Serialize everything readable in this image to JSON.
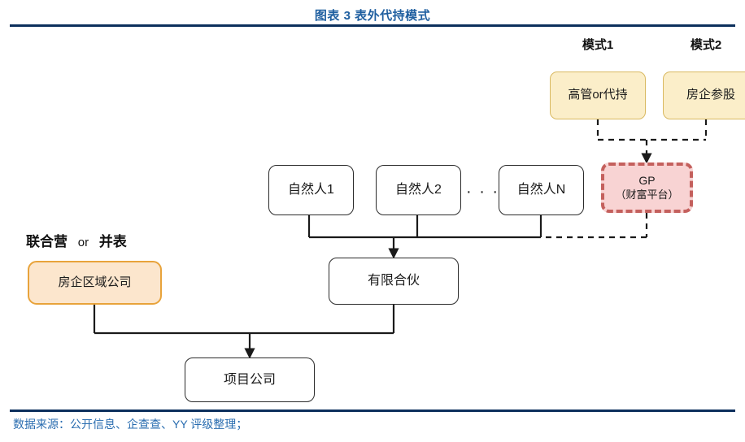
{
  "figure": {
    "title": "图表 3 表外代持模式",
    "source": "数据来源：公开信息、企查查、YY 评级整理；",
    "title_color": "#1f5fa0",
    "rule_color": "#0b2f5c",
    "source_color": "#2a6db0"
  },
  "mode_labels": [
    {
      "text": "模式1"
    },
    {
      "text": "模式2"
    }
  ],
  "section_label": {
    "left": "联合营",
    "middle": "or",
    "right": "并表"
  },
  "ellipsis": "· · · ·",
  "nodes": {
    "exec_proxy": {
      "label": "高管or代持",
      "fill": "#fbeec9",
      "stroke": "#d9b961"
    },
    "developer_stake": {
      "label": "房企参股",
      "fill": "#fbeec9",
      "stroke": "#d9b961"
    },
    "gp": {
      "line1": "GP",
      "line2": "（财富平台）",
      "fill": "#f8d3d3",
      "stroke": "#c4605d"
    },
    "person1": {
      "label": "自然人1",
      "fill": "#ffffff",
      "stroke": "#2b2b2b"
    },
    "person2": {
      "label": "自然人2",
      "fill": "#ffffff",
      "stroke": "#2b2b2b"
    },
    "personN": {
      "label": "自然人N",
      "fill": "#ffffff",
      "stroke": "#2b2b2b"
    },
    "developer_regional": {
      "label": "房企区域公司",
      "fill": "#fce6cd",
      "stroke": "#e8a33b"
    },
    "limited_partnership": {
      "label": "有限合伙",
      "fill": "#ffffff",
      "stroke": "#2b2b2b"
    },
    "project_company": {
      "label": "项目公司",
      "fill": "#ffffff",
      "stroke": "#2b2b2b"
    }
  }
}
